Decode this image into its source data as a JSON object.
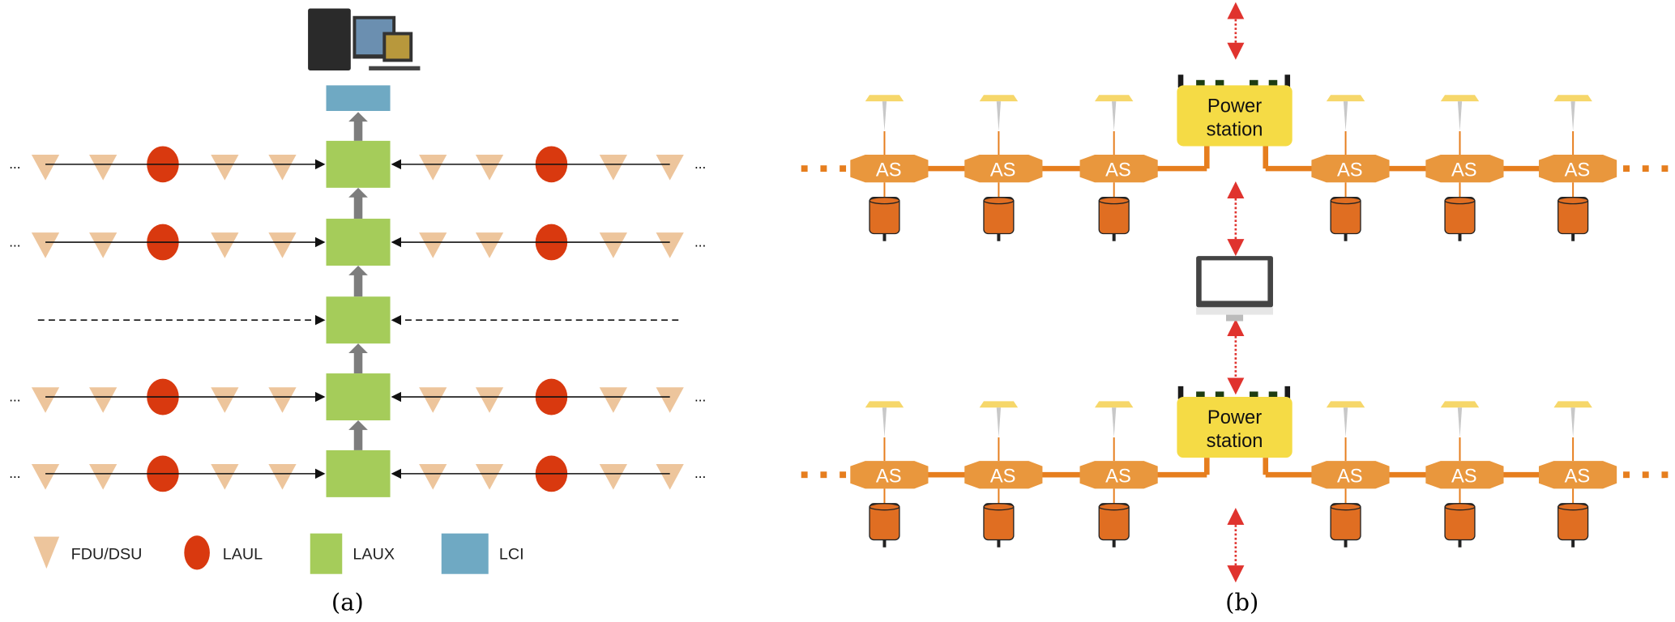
{
  "panel_a": {
    "caption": "(a)",
    "ellipsis": "...",
    "legend": [
      {
        "key": "fdu",
        "label": "FDU/DSU",
        "color": "#edc59c"
      },
      {
        "key": "laul",
        "label": "LAUL",
        "color": "#d9390f"
      },
      {
        "key": "laux",
        "label": "LAUX",
        "color": "#a5cc5a"
      },
      {
        "key": "lci",
        "label": "LCI",
        "color": "#6fa9c3"
      }
    ]
  },
  "panel_b": {
    "caption": "(b)",
    "station_label": "AS",
    "power_station_line1": "Power",
    "power_station_line2": "station",
    "colors": {
      "as": "#e9973d",
      "cable": "#e67e1e",
      "power_station": "#f5db45",
      "arrow": "#e0332e",
      "geophone": "#e06e22",
      "antenna": "#f6d76a"
    }
  }
}
